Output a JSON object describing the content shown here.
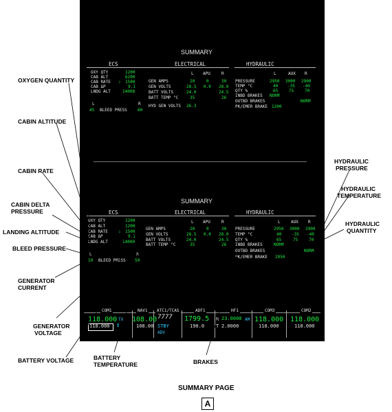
{
  "top": {
    "title": "SUMMARY",
    "ecs": {
      "header": "ECS",
      "rows": [
        {
          "label": "OXY QTY",
          "value": "1200"
        },
        {
          "label": "CAB ALT",
          "value": "6200"
        },
        {
          "label": "CAB RATE",
          "arrow": "⇩",
          "value": "1500"
        },
        {
          "label": "CAB ΔP",
          "value": "9.1"
        },
        {
          "label": "LNDG ALT",
          "value": "14008"
        }
      ],
      "bleed_left_label": "L",
      "bleed_right_label": "R",
      "bleed_left_value": "45",
      "bleed_label": "BLEED PRESS",
      "bleed_right_value": "60"
    },
    "electrical": {
      "header": "ELECTRICAL",
      "cols": [
        "L",
        "APU",
        "R"
      ],
      "rows": [
        {
          "label": "GEN AMPS",
          "values": [
            "20",
            "0",
            "30"
          ]
        },
        {
          "label": "GEN VOLTS",
          "values": [
            "28.5",
            "0.0",
            "28.0"
          ]
        },
        {
          "label": "BATT VOLTS",
          "values": [
            "24.0",
            "",
            "24.5"
          ]
        },
        {
          "label": "BATT TEMP °C",
          "values": [
            "35",
            "",
            "26"
          ]
        }
      ],
      "hyd_gen_label": "HYD GEN VOLTS",
      "hyd_gen_value": "26.3"
    },
    "hydraulic": {
      "header": "HYDRAULIC",
      "cols": [
        "L",
        "AUX",
        "R"
      ],
      "rows": [
        {
          "label": "PRESSURE",
          "values": [
            "2950",
            "3000",
            "2900"
          ]
        },
        {
          "label": "TEMP °C",
          "values": [
            "40",
            "-35",
            "-40"
          ]
        },
        {
          "label": "QTY %",
          "values": [
            "65",
            "75",
            "70"
          ]
        }
      ],
      "inbd_label": "INBD BRAKES",
      "inbd_value": "NORM",
      "outbd_label": "OUTBD BRAKES",
      "outbd_value": "NORM",
      "pk_label": "PK/EMER BRAKE",
      "pk_value": "1200"
    }
  },
  "bottom": {
    "title": "SUMMARY",
    "ecs": {
      "header": "ECS",
      "rows": [
        {
          "label": "OXY QTY",
          "value": "1200"
        },
        {
          "label": "CAB ALT",
          "value": "1200"
        },
        {
          "label": "CAB RATE",
          "arrow": "⇩",
          "value": "1500"
        },
        {
          "label": "CAB ΔP",
          "value": "9.1"
        },
        {
          "label": "LNDG ALT",
          "value": "14000"
        }
      ],
      "bleed_left_label": "L",
      "bleed_right_label": "R",
      "bleed_left_value": "50",
      "bleed_label": "BLEED PRESS",
      "bleed_right_value": "50"
    },
    "electrical": {
      "header": "ELECTRICAL",
      "cols": [
        "L",
        "APU",
        "R"
      ],
      "rows": [
        {
          "label": "GEN AMPS",
          "values": [
            "20",
            "0",
            "30"
          ]
        },
        {
          "label": "GEN VOLTS",
          "values": [
            "28.5",
            "0.0",
            "28.0"
          ]
        },
        {
          "label": "BATT VOLTS",
          "values": [
            "24.0",
            "",
            "24.5"
          ]
        },
        {
          "label": "BATT TEMP °C",
          "values": [
            "35",
            "",
            "26"
          ]
        }
      ]
    },
    "hydraulic": {
      "header": "HYDRAULIC",
      "cols": [
        "L",
        "AUX",
        "R"
      ],
      "rows": [
        {
          "label": "PRESSURE",
          "values": [
            "2950",
            "3000",
            "2900"
          ]
        },
        {
          "label": "TEMP °C",
          "values": [
            "40",
            "-35",
            "-40"
          ]
        },
        {
          "label": "QTY %",
          "values": [
            "65",
            "75",
            "70"
          ]
        }
      ],
      "inbd_label": "INBD BRAKES",
      "inbd_value": "NORM",
      "outbd_label": "OUTBD BRAKES",
      "outbd_value": "NORM",
      "pk_label": "PK/EMER BRAKE",
      "pk_value": "2950"
    }
  },
  "radio": {
    "com1": {
      "label": "COM1",
      "active": "118.000",
      "tx": "TX",
      "standby": "118.000"
    },
    "nav1": {
      "label": "NAV1",
      "active": "108.00",
      "standby": "108.00"
    },
    "atc": {
      "label": "ATC1/TCAS",
      "code": "7777",
      "mode": "STBY",
      "adv": "ADV"
    },
    "adf1": {
      "label": "ADF1",
      "active": "1799.5",
      "standby": "190.0"
    },
    "hf1": {
      "label": "HF1",
      "r_prefix": "R",
      "active": "23.0000",
      "am": "AM",
      "t_prefix": "T",
      "standby": "2.0000"
    },
    "com3": {
      "label": "COM3",
      "active": "118.000",
      "standby": "118.000"
    },
    "com2": {
      "label": "COM2",
      "active": "118.000",
      "standby": "118.000"
    }
  },
  "callouts": {
    "oxygen_quantity": "OXYGEN QUANTITY",
    "cabin_altitude": "CABIN ALTITUDE",
    "cabin_rate": "CABIN RATE",
    "cabin_delta_1": "CABIN DELTA",
    "cabin_delta_2": "PRESSURE",
    "landing_altitude": "LANDING ALTITUDE",
    "bleed_pressure": "BLEED PRESSURE",
    "gen_current_1": "GENERATOR",
    "gen_current_2": "CURRENT",
    "gen_voltage_1": "GENERATOR",
    "gen_voltage_2": "VOLTAGE",
    "battery_voltage": "BATTERY VOLTAGE",
    "battery_temp_1": "BATTERY",
    "battery_temp_2": "TEMPERATURE",
    "brakes": "BRAKES",
    "hyd_pressure_1": "HYDRAULIC",
    "hyd_pressure_2": "PRESSURE",
    "hyd_temp_1": "HYDRAULIC",
    "hyd_temp_2": "TEMPERATURE",
    "hyd_qty_1": "HYDRAULIC",
    "hyd_qty_2": "QUANTITY"
  },
  "caption": "SUMMARY PAGE",
  "figure_letter": "A"
}
